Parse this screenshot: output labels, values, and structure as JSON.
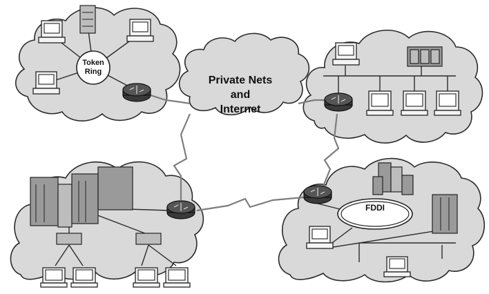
{
  "labels": {
    "token_ring_line1": "Token",
    "token_ring_line2": "Ring",
    "wan_line1": "Private Nets",
    "wan_line2": "and",
    "wan_line3": "Internet",
    "fddi": "FDDI"
  },
  "icons": {
    "router": "router-icon",
    "workstation": "workstation-icon",
    "server": "server-icon",
    "mainframe": "mainframe-icon",
    "serial_link": "lightning-link-icon"
  },
  "colors": {
    "cloud": "#d9d9d9",
    "outline": "#2a2a2a",
    "wan_link": "#7d7d7d"
  }
}
